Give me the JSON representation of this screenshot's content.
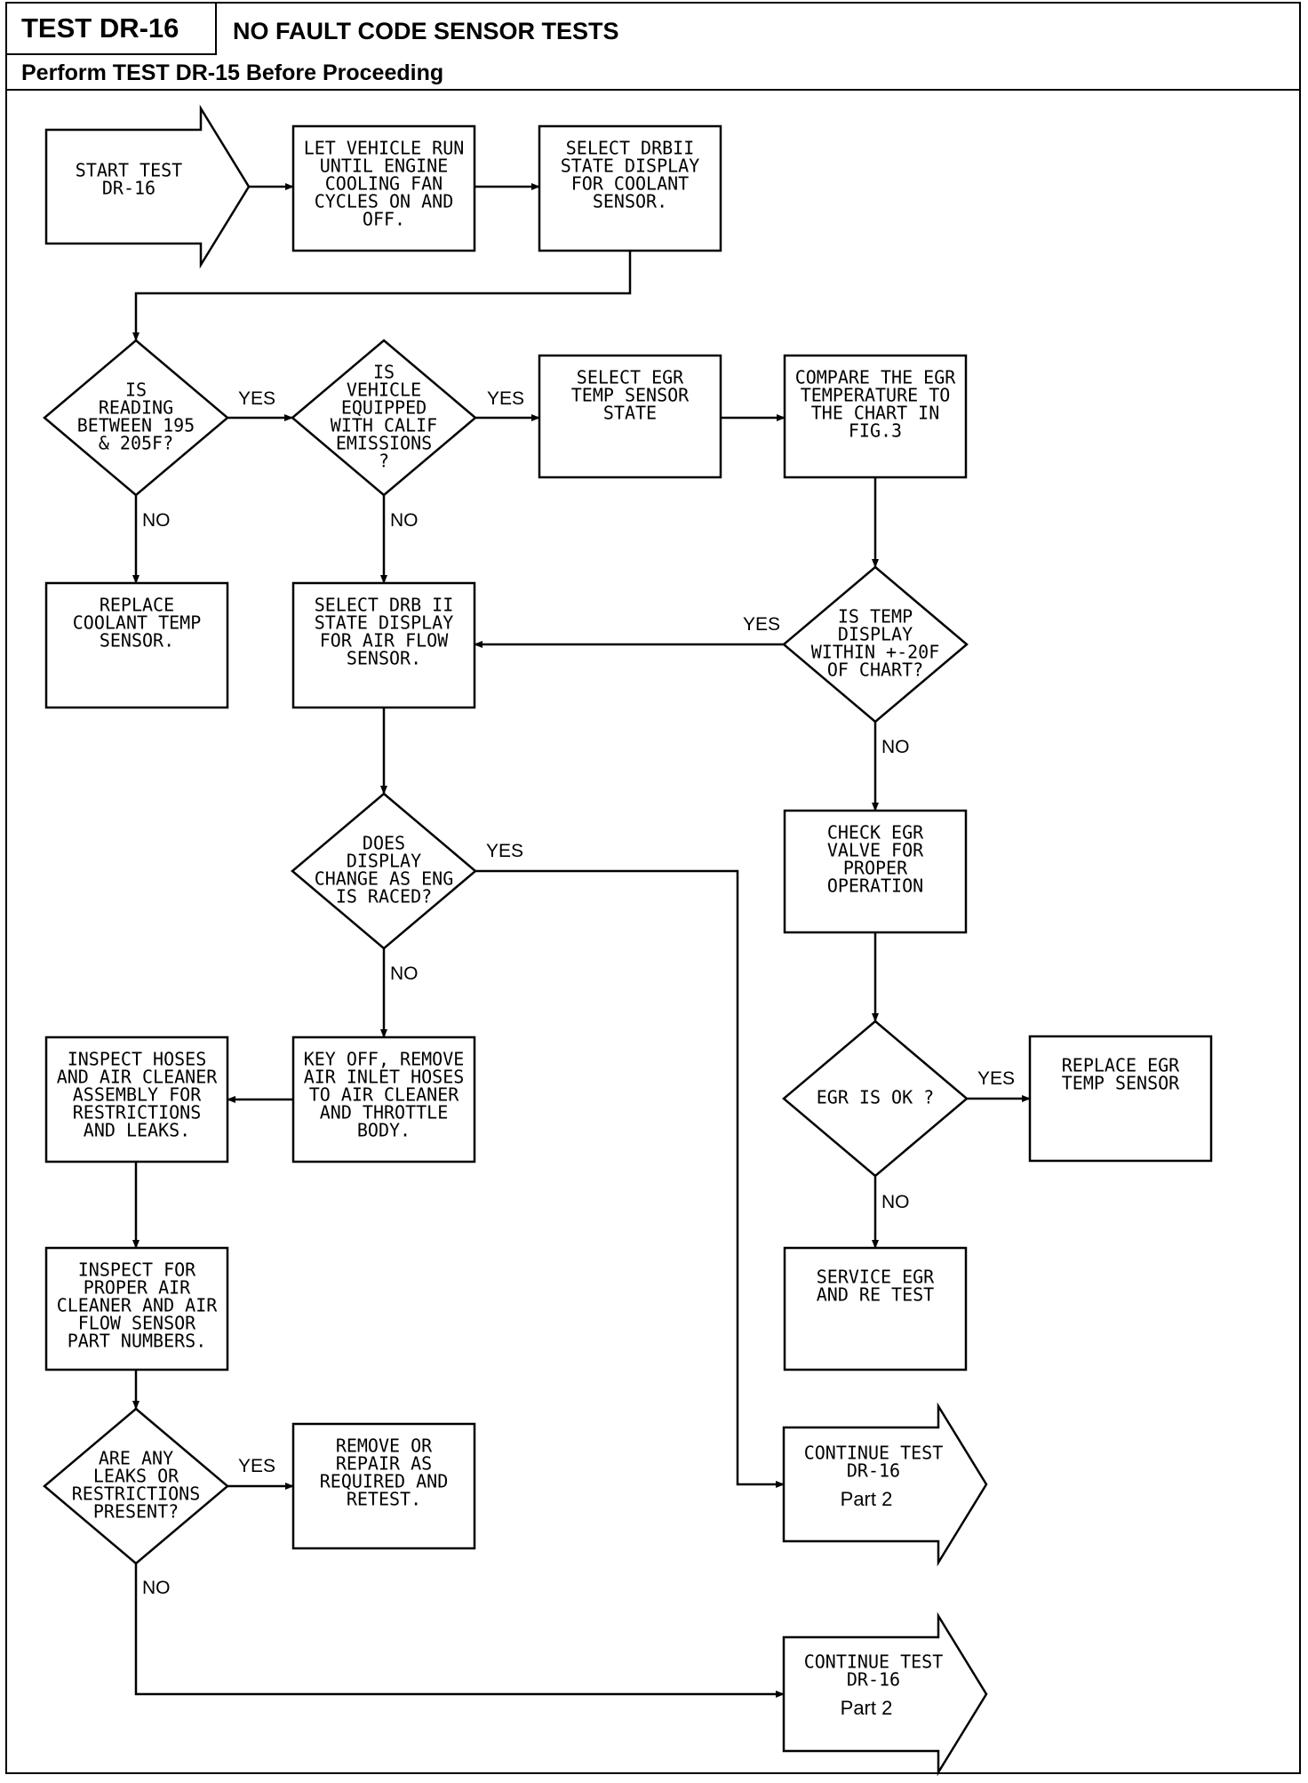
{
  "header": {
    "test_id": "TEST DR-16",
    "title": "NO FAULT CODE SENSOR TESTS",
    "subtitle": "Perform TEST DR-15 Before Proceeding"
  },
  "labels": {
    "yes": "YES",
    "no": "NO"
  },
  "nodes": {
    "start": {
      "lines": [
        "START TEST",
        "DR-16"
      ]
    },
    "run_vehicle": {
      "lines": [
        "LET VEHICLE RUN",
        "UNTIL ENGINE",
        "COOLING FAN",
        "CYCLES ON AND",
        "OFF."
      ]
    },
    "select_coolant": {
      "lines": [
        "SELECT DRBII",
        "STATE DISPLAY",
        "FOR COOLANT",
        "SENSOR."
      ]
    },
    "reading_between": {
      "lines": [
        "IS",
        "READING",
        "BETWEEN 195",
        "& 205F?"
      ]
    },
    "calif_emissions": {
      "lines": [
        "IS",
        "VEHICLE",
        "EQUIPPED",
        "WITH CALIF",
        "EMISSIONS",
        "?"
      ]
    },
    "select_egr_state": {
      "lines": [
        "SELECT EGR",
        "TEMP SENSOR",
        "STATE"
      ]
    },
    "compare_egr": {
      "lines": [
        "COMPARE THE EGR",
        "TEMPERATURE TO",
        "THE CHART IN",
        "FIG.3"
      ]
    },
    "replace_coolant": {
      "lines": [
        "REPLACE",
        "COOLANT TEMP",
        "SENSOR."
      ]
    },
    "select_airflow": {
      "lines": [
        "SELECT DRB II",
        "STATE DISPLAY",
        "FOR AIR FLOW",
        "SENSOR."
      ]
    },
    "temp_within": {
      "lines": [
        "IS TEMP",
        "DISPLAY",
        "WITHIN +-20F",
        "OF CHART?"
      ]
    },
    "display_change": {
      "lines": [
        "DOES",
        "DISPLAY",
        "CHANGE AS ENG",
        "IS RACED?"
      ]
    },
    "check_egr_valve": {
      "lines": [
        "CHECK EGR",
        "VALVE FOR",
        "PROPER",
        "OPERATION"
      ]
    },
    "key_off": {
      "lines": [
        "KEY OFF, REMOVE",
        "AIR INLET HOSES",
        "TO AIR CLEANER",
        "AND THROTTLE",
        "BODY."
      ]
    },
    "inspect_hoses": {
      "lines": [
        "INSPECT HOSES",
        "AND AIR CLEANER",
        "ASSEMBLY FOR",
        "RESTRICTIONS",
        "AND LEAKS."
      ]
    },
    "egr_ok": {
      "lines": [
        "EGR IS OK ?"
      ]
    },
    "replace_egr": {
      "lines": [
        "REPLACE EGR",
        "TEMP SENSOR"
      ]
    },
    "service_egr": {
      "lines": [
        "SERVICE EGR",
        "AND RE TEST"
      ]
    },
    "inspect_parts": {
      "lines": [
        "INSPECT FOR",
        "PROPER AIR",
        "CLEANER AND AIR",
        "FLOW SENSOR",
        "PART NUMBERS."
      ]
    },
    "leaks_present": {
      "lines": [
        "ARE ANY",
        "LEAKS OR",
        "RESTRICTIONS",
        "PRESENT?"
      ]
    },
    "remove_repair": {
      "lines": [
        "REMOVE OR",
        "REPAIR AS",
        "REQUIRED AND",
        "RETEST."
      ]
    },
    "continue_1": {
      "lines": [
        "CONTINUE TEST",
        "DR-16"
      ],
      "part": "Part 2"
    },
    "continue_2": {
      "lines": [
        "CONTINUE TEST",
        "DR-16"
      ],
      "part": "Part 2"
    }
  }
}
